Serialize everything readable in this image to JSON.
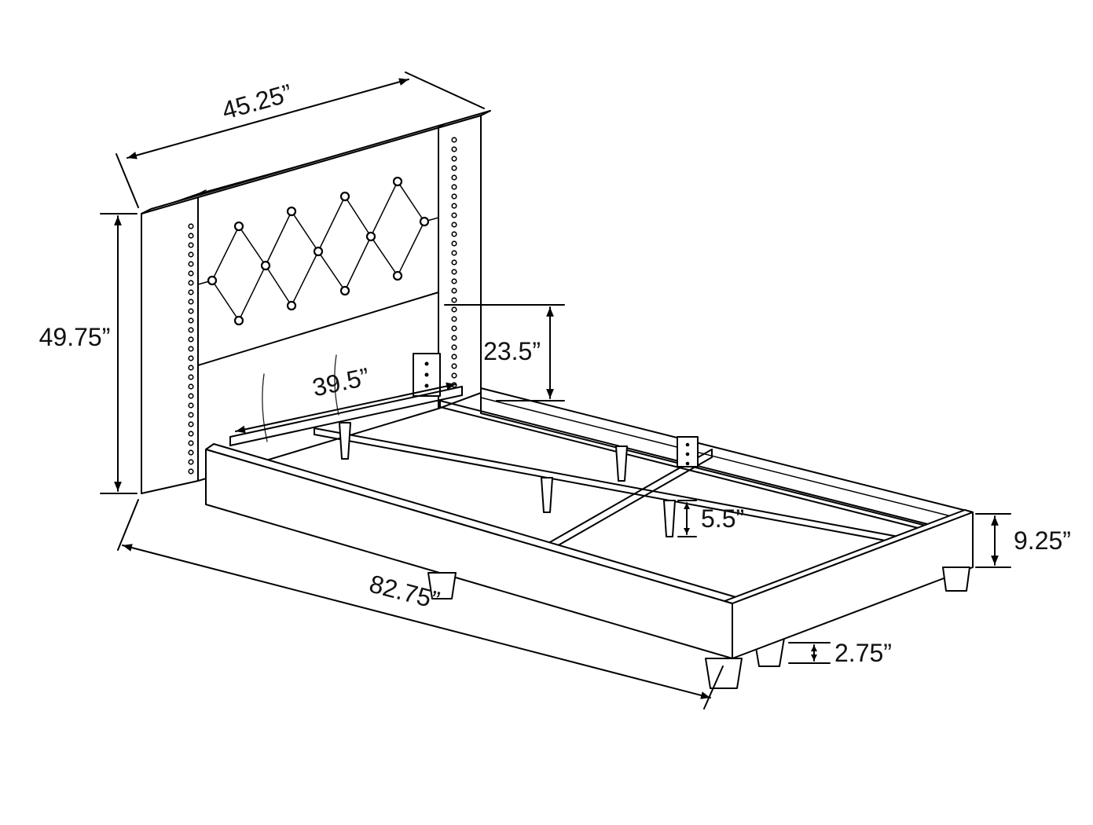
{
  "diagram": {
    "style": {
      "line_color": "#000000",
      "background": "#ffffff",
      "text_color": "#111111"
    },
    "labels": {
      "headboard_width": "45.25”",
      "headboard_height": "49.75”",
      "headboard_panel_height": "23.5”",
      "inner_slat_width": "39.5”",
      "support_leg_height": "5.5”",
      "rail_height": "9.25”",
      "foot_height": "2.75”",
      "overall_length": "82.75”"
    }
  }
}
